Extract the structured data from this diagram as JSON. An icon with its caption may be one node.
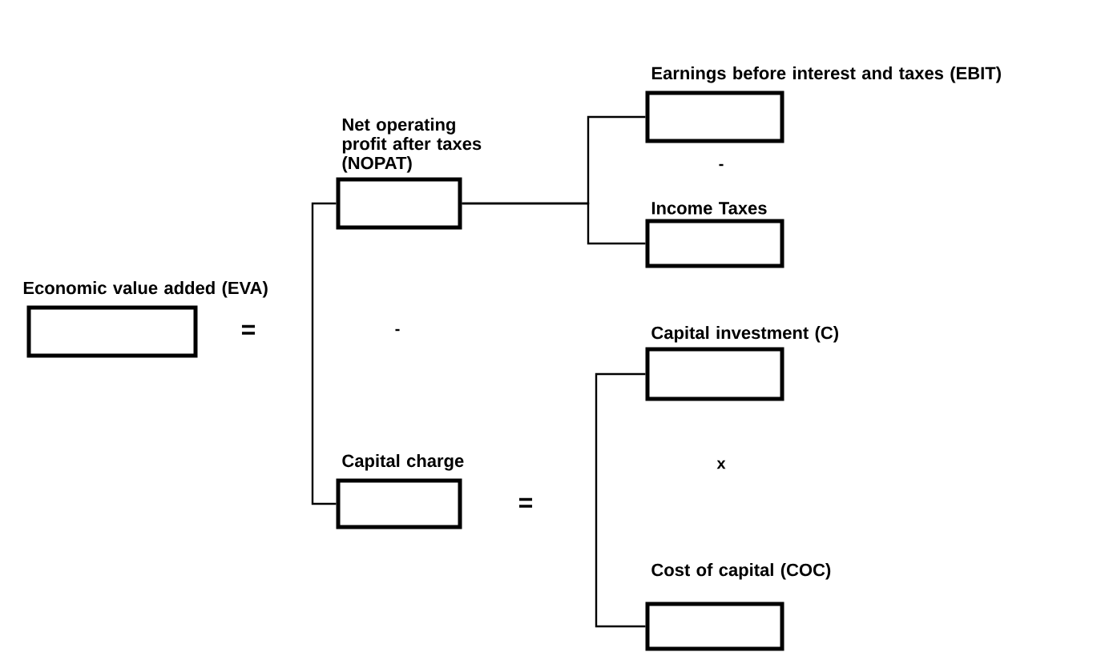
{
  "diagram": {
    "nodes": [
      {
        "text": [
          "Economic value added (EVA)"
        ]
      },
      {
        "text": [
          "Net operating profit after taxes (NOPAT)"
        ]
      },
      {
        "text": [
          "Capital charge"
        ]
      },
      {
        "text": [
          "Earnings before interest and taxes (EBIT)"
        ]
      },
      {
        "text": [
          "Income Taxes"
        ]
      },
      {
        "text": [
          "Capital investment (C)"
        ]
      },
      {
        "text": [
          "Cost of capital (COC)"
        ]
      }
    ],
    "edges": [
      {
        "from": 1,
        "to": 2,
        "arrow": "none"
      },
      {
        "from": 1,
        "to": 3,
        "arrow": "none"
      },
      {
        "from": 1,
        "to": 4,
        "arrow": "none"
      },
      {
        "from": 5,
        "to": 6,
        "arrow": "none"
      }
    ],
    "labels": [
      "=",
      "-",
      "=",
      "-",
      "x"
    ]
  }
}
